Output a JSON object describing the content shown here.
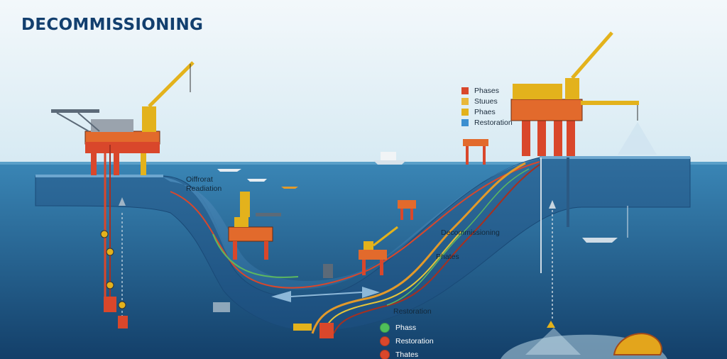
{
  "title": "DECOMMISSIONING",
  "legend": [
    {
      "label": "Phases",
      "color": "#d9472b"
    },
    {
      "label": "Stuues",
      "color": "#e8b83a"
    },
    {
      "label": "Phaes",
      "color": "#e3b21c"
    },
    {
      "label": "Restoration",
      "color": "#3c8fd0"
    }
  ],
  "labels": {
    "offrorat": "Oiffrorat",
    "readiation": "Readiation",
    "decommissioning": "Decommissioning",
    "phates": "Phates",
    "restoration": "Restoration"
  },
  "bottom_legend": [
    {
      "label": "Phass",
      "color": "#4fbf5a"
    },
    {
      "label": "Restoration",
      "color": "#d9472b"
    },
    {
      "label": "Thates",
      "color": "#d9472b"
    }
  ],
  "colors": {
    "sky_top": "#eaf4f8",
    "sea_surface": "#2f7fb0",
    "deep_sea": "#174f7e",
    "seabed": "#5a8fb7"
  }
}
